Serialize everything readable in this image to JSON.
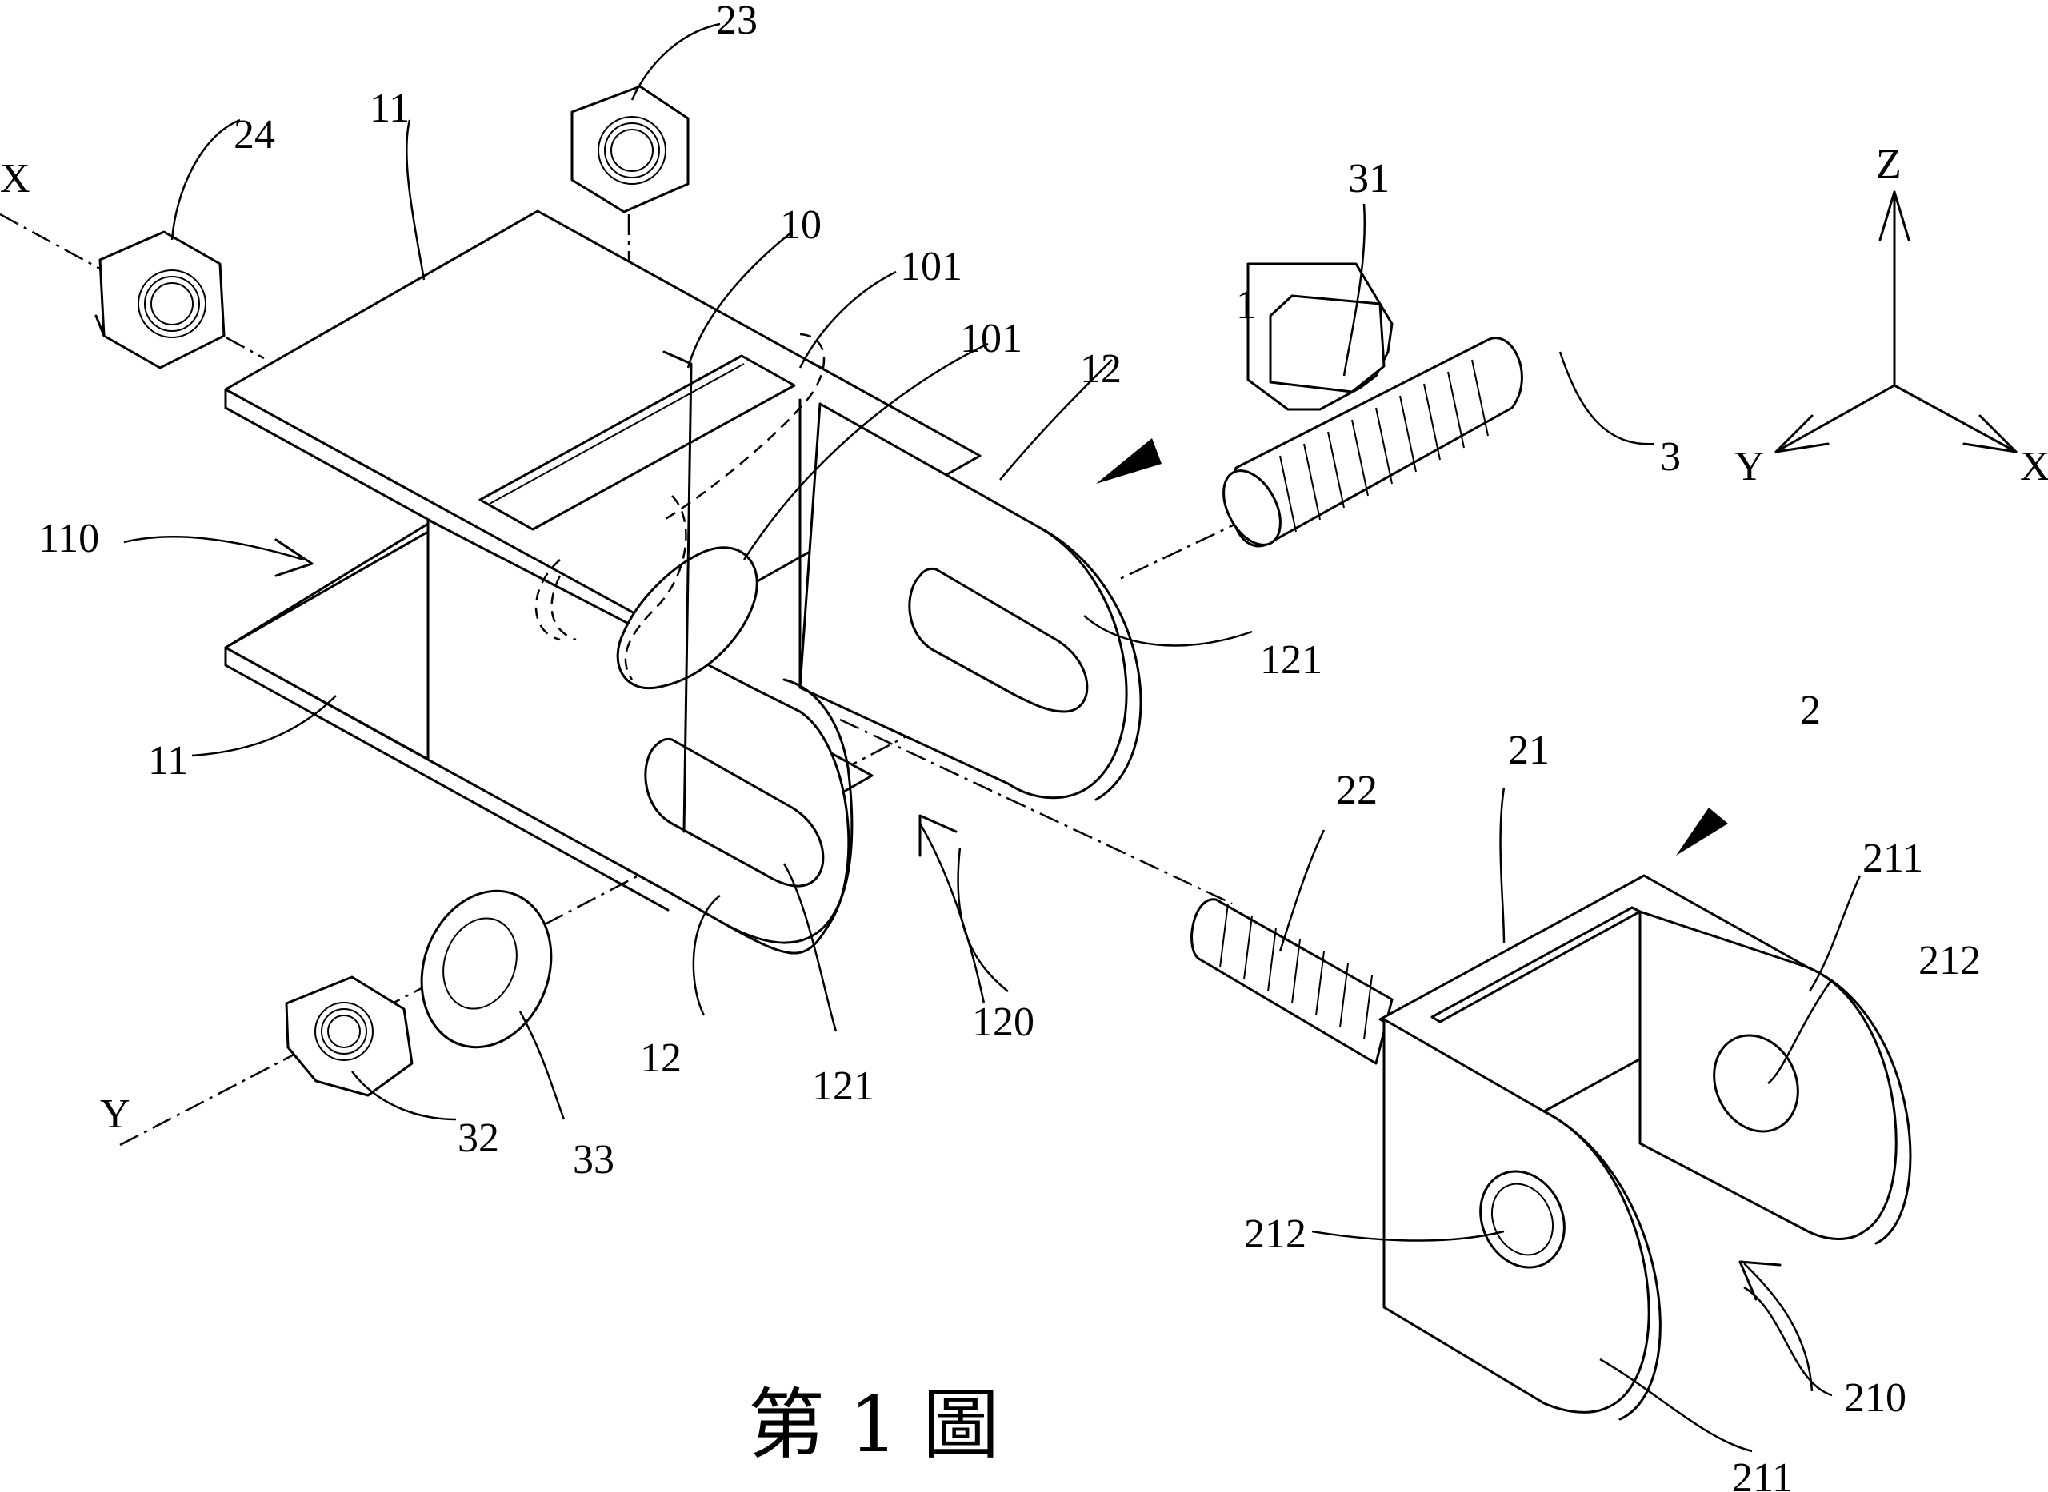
{
  "caption": "第 1 圖",
  "axes_labels": {
    "z": "Z",
    "y": "Y",
    "x": "X"
  },
  "line_labels": {
    "x_axis_left": "X",
    "y_axis_left": "Y"
  },
  "reference_numerals": {
    "nut_24": "24",
    "bracket_top_11": "11",
    "nut_23": "23",
    "recess_10": "10",
    "slot_101_hidden": "101",
    "slot_101": "101",
    "bracket_1": "1",
    "plate_12_upper": "12",
    "bolt_thread_31": "31",
    "bolt_3": "3",
    "opening_110": "110",
    "slot_121_upper": "121",
    "bracket_bottom_11": "11",
    "washer_33": "33",
    "nut_32": "32",
    "plate_12_lower": "12",
    "slot_121_lower": "121",
    "gap_120": "120",
    "stud_22": "22",
    "clevis_21": "21",
    "clevis_2": "2",
    "ear_211_upper": "211",
    "hole_212_right": "212",
    "hole_212_left": "212",
    "gap_210": "210",
    "ear_211_lower": "211"
  }
}
